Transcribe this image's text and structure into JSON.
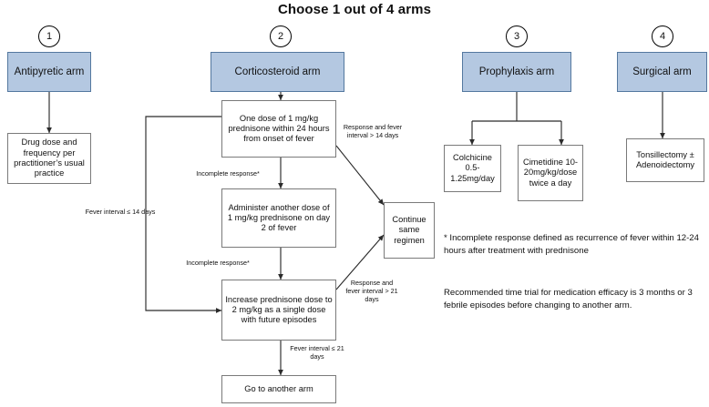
{
  "title": "Choose 1 out of 4 arms",
  "arms": [
    {
      "number": "1",
      "header": "Antipyretic arm",
      "steps": [
        {
          "text": "Drug dose and frequency per practitioner’s usual practice"
        }
      ]
    },
    {
      "number": "2",
      "header": "Corticosteroid arm",
      "steps": [
        {
          "text": "One dose of 1 mg/kg prednisone within 24 hours from onset of fever"
        },
        {
          "text": "Administer another dose of 1 mg/kg prednisone on day 2 of fever"
        },
        {
          "text": "Increase prednisone dose to 2 mg/kg as a single dose with future episodes"
        },
        {
          "text": "Go to another arm"
        },
        {
          "text": "Continue same regimen"
        }
      ]
    },
    {
      "number": "3",
      "header": "Prophylaxis arm",
      "steps": [
        {
          "text": "Colchicine 0.5-1.25mg/day"
        },
        {
          "text": "Cimetidine 10-20mg/kg/dose twice a day"
        }
      ]
    },
    {
      "number": "4",
      "header": "Surgical arm",
      "steps": [
        {
          "text": "Tonsillectomy ± Adenoidectomy"
        }
      ]
    }
  ],
  "edge_labels": {
    "response_14": "Response and fever interval  >  14 days",
    "incomplete_1": "Incomplete response*",
    "incomplete_2": "Incomplete response*",
    "fever_interval_14": "Fever interval  ≤  14  days",
    "response_21": "Response and fever interval > 21 days",
    "fever_interval_21": "Fever interval ≤ 21 days"
  },
  "notes": [
    "* Incomplete response defined as recurrence of fever within 12-24 hours after treatment with prednisone",
    "Recommended time trial for medication efficacy is 3 months or 3 febrile episodes before  changing to another arm."
  ],
  "colors": {
    "header_fill": "#b4c8e1",
    "header_stroke": "#54789f",
    "box_stroke": "#7a7a7a",
    "line": "#2b2b2b"
  }
}
